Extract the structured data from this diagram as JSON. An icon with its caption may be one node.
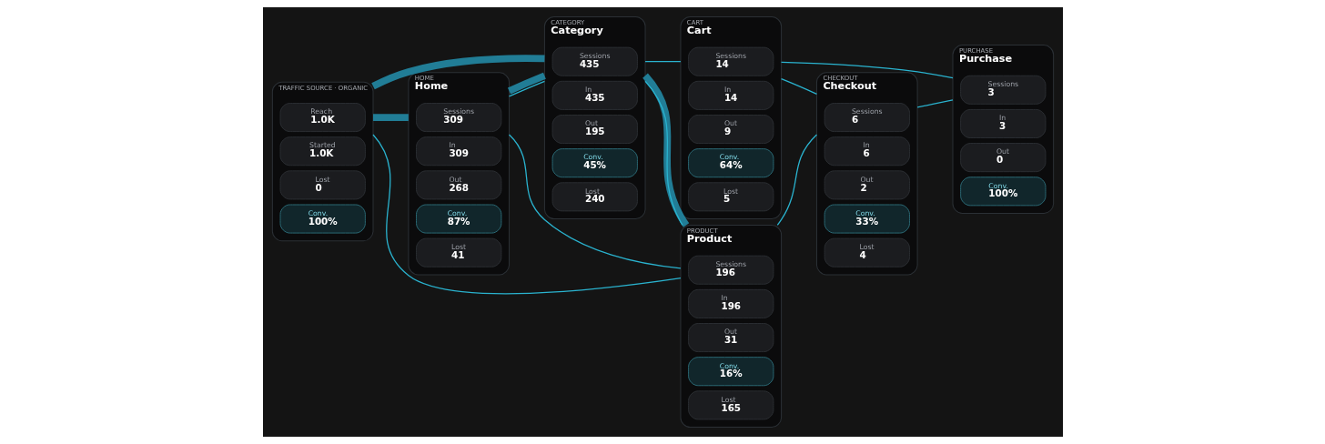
{
  "diagram": {
    "nodes": [
      {
        "text": [
          "TRAFFIC SOURCE · ORGANIC"
        ]
      },
      {
        "text": [
          "Reach",
          "1.0K"
        ],
        "in": 0
      },
      {
        "text": [
          "Started",
          "1.0K"
        ],
        "in": 0
      },
      {
        "text": [
          "Lost",
          "0"
        ],
        "in": 0
      },
      {
        "text": [
          "Conv.",
          "100%"
        ],
        "in": 0
      },
      {
        "text": [
          "HOME",
          "Home"
        ]
      },
      {
        "text": [
          "Sessions",
          "309"
        ],
        "in": 5
      },
      {
        "text": [
          "In",
          "309"
        ],
        "in": 5
      },
      {
        "text": [
          "Out",
          "268"
        ],
        "in": 5
      },
      {
        "text": [
          "Conv.",
          "87%"
        ],
        "in": 5
      },
      {
        "text": [
          "Lost",
          "41"
        ],
        "in": 5
      },
      {
        "text": [
          "CATEGORY",
          "Category"
        ]
      },
      {
        "text": [
          "Sessions",
          "435"
        ],
        "in": 11
      },
      {
        "text": [
          "In",
          "435"
        ],
        "in": 11
      },
      {
        "text": [
          "Out",
          "195"
        ],
        "in": 11
      },
      {
        "text": [
          "Conv.",
          "45%"
        ],
        "in": 11
      },
      {
        "text": [
          "Lost",
          "240"
        ],
        "in": 11
      },
      {
        "text": [
          "PRODUCT",
          "Product"
        ]
      },
      {
        "text": [
          "Sessions",
          "196"
        ],
        "in": 17
      },
      {
        "text": [
          "In",
          "196"
        ],
        "in": 17
      },
      {
        "text": [
          "Out",
          "31"
        ],
        "in": 17
      },
      {
        "text": [
          "Conv.",
          "16%"
        ],
        "in": 17
      },
      {
        "text": [
          "Lost",
          "165"
        ],
        "in": 17
      },
      {
        "text": [
          "CART",
          "Cart"
        ]
      },
      {
        "text": [
          "Sessions",
          "14"
        ],
        "in": 23
      },
      {
        "text": [
          "In",
          "14"
        ],
        "in": 23
      },
      {
        "text": [
          "Out",
          "9"
        ],
        "in": 23
      },
      {
        "text": [
          "Conv.",
          "64%"
        ],
        "in": 23
      },
      {
        "text": [
          "Lost",
          "5"
        ],
        "in": 23
      },
      {
        "text": [
          "CHECKOUT",
          "Checkout"
        ]
      },
      {
        "text": [
          "Sessions",
          "6"
        ],
        "in": 29
      },
      {
        "text": [
          "In",
          "6"
        ],
        "in": 29
      },
      {
        "text": [
          "Out",
          "2"
        ],
        "in": 29
      },
      {
        "text": [
          "Conv.",
          "33%"
        ],
        "in": 29
      },
      {
        "text": [
          "Lost",
          "4"
        ],
        "in": 29
      },
      {
        "text": [
          "PURCHASE",
          "Purchase"
        ]
      },
      {
        "text": [
          "Sessions",
          "3"
        ],
        "in": 35
      },
      {
        "text": [
          "In",
          "3"
        ],
        "in": 35
      },
      {
        "text": [
          "Out",
          "0"
        ],
        "in": 35
      },
      {
        "text": [
          "Conv.",
          "100%"
        ],
        "in": 35
      }
    ],
    "edges": [
      {
        "from": 0,
        "to": 11,
        "arrow": "none",
        "style": "thick",
        "color": "#217d96"
      },
      {
        "from": 0,
        "to": 5,
        "arrow": "none",
        "style": "thick",
        "color": "#217d96"
      },
      {
        "from": 5,
        "to": 11,
        "arrow": "none",
        "style": "thick",
        "color": "#217d96"
      },
      {
        "from": 11,
        "to": 17,
        "arrow": "none",
        "style": "thick",
        "color": "#217d96"
      },
      {
        "from": 0,
        "to": 17,
        "arrow": "none"
      },
      {
        "from": 5,
        "to": 17,
        "arrow": "none"
      },
      {
        "from": 11,
        "to": 5,
        "arrow": "none"
      },
      {
        "from": 11,
        "to": 23,
        "arrow": "none"
      },
      {
        "from": 17,
        "to": 11,
        "arrow": "none"
      },
      {
        "from": 17,
        "to": 29,
        "arrow": "none"
      },
      {
        "from": 23,
        "to": 29,
        "arrow": "none"
      },
      {
        "from": 23,
        "to": 35,
        "arrow": "none"
      },
      {
        "from": 29,
        "to": 35,
        "arrow": "none"
      }
    ]
  }
}
